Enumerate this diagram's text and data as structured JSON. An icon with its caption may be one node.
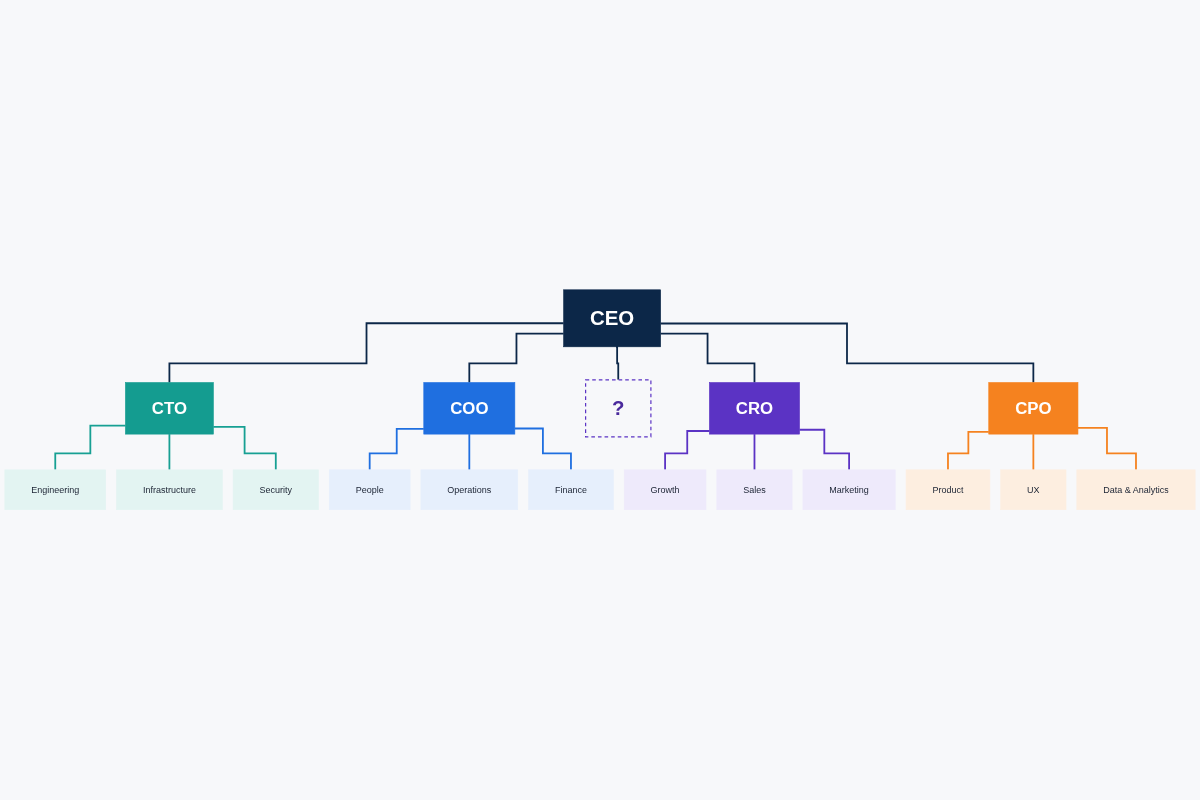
{
  "diagram": {
    "nodes": [
      {
        "text": [
          "CEO"
        ]
      },
      {
        "text": [
          "CTO"
        ]
      },
      {
        "text": [
          "COO"
        ]
      },
      {
        "text": [
          "?"
        ]
      },
      {
        "text": [
          "CRO"
        ]
      },
      {
        "text": [
          "CPO"
        ]
      },
      {
        "text": [
          "Engineering"
        ]
      },
      {
        "text": [
          "Infrastructure"
        ]
      },
      {
        "text": [
          "Security"
        ]
      },
      {
        "text": [
          "People"
        ]
      },
      {
        "text": [
          "Operations"
        ]
      },
      {
        "text": [
          "Finance"
        ]
      },
      {
        "text": [
          "Growth"
        ]
      },
      {
        "text": [
          "Sales"
        ]
      },
      {
        "text": [
          "Marketing"
        ]
      },
      {
        "text": [
          "Product"
        ]
      },
      {
        "text": [
          "UX"
        ]
      },
      {
        "text": [
          "Data & Analytics"
        ]
      }
    ],
    "edges": [
      {
        "from": 0,
        "to": 1,
        "arrow": "none"
      },
      {
        "from": 0,
        "to": 2,
        "arrow": "none"
      },
      {
        "from": 0,
        "to": 3,
        "arrow": "none"
      },
      {
        "from": 0,
        "to": 4,
        "arrow": "none"
      },
      {
        "from": 0,
        "to": 5,
        "arrow": "none"
      },
      {
        "from": 1,
        "to": 6,
        "arrow": "none",
        "color": "#17a093"
      },
      {
        "from": 1,
        "to": 7,
        "arrow": "none",
        "color": "#17a093"
      },
      {
        "from": 1,
        "to": 8,
        "arrow": "none",
        "color": "#17a093"
      },
      {
        "from": 2,
        "to": 9,
        "arrow": "none",
        "color": "#1f6fe0"
      },
      {
        "from": 2,
        "to": 10,
        "arrow": "none",
        "color": "#1f6fe0"
      },
      {
        "from": 2,
        "to": 11,
        "arrow": "none",
        "color": "#1f6fe0"
      },
      {
        "from": 4,
        "to": 12,
        "arrow": "none",
        "color": "#5b33c4"
      },
      {
        "from": 4,
        "to": 13,
        "arrow": "none",
        "color": "#5b33c4"
      },
      {
        "from": 4,
        "to": 14,
        "arrow": "none",
        "color": "#5b33c4"
      },
      {
        "from": 5,
        "to": 15,
        "arrow": "none",
        "color": "#f5821f"
      },
      {
        "from": 5,
        "to": 16,
        "arrow": "none",
        "color": "#f5821f"
      },
      {
        "from": 5,
        "to": 17,
        "arrow": "none",
        "color": "#f5821f"
      }
    ]
  }
}
